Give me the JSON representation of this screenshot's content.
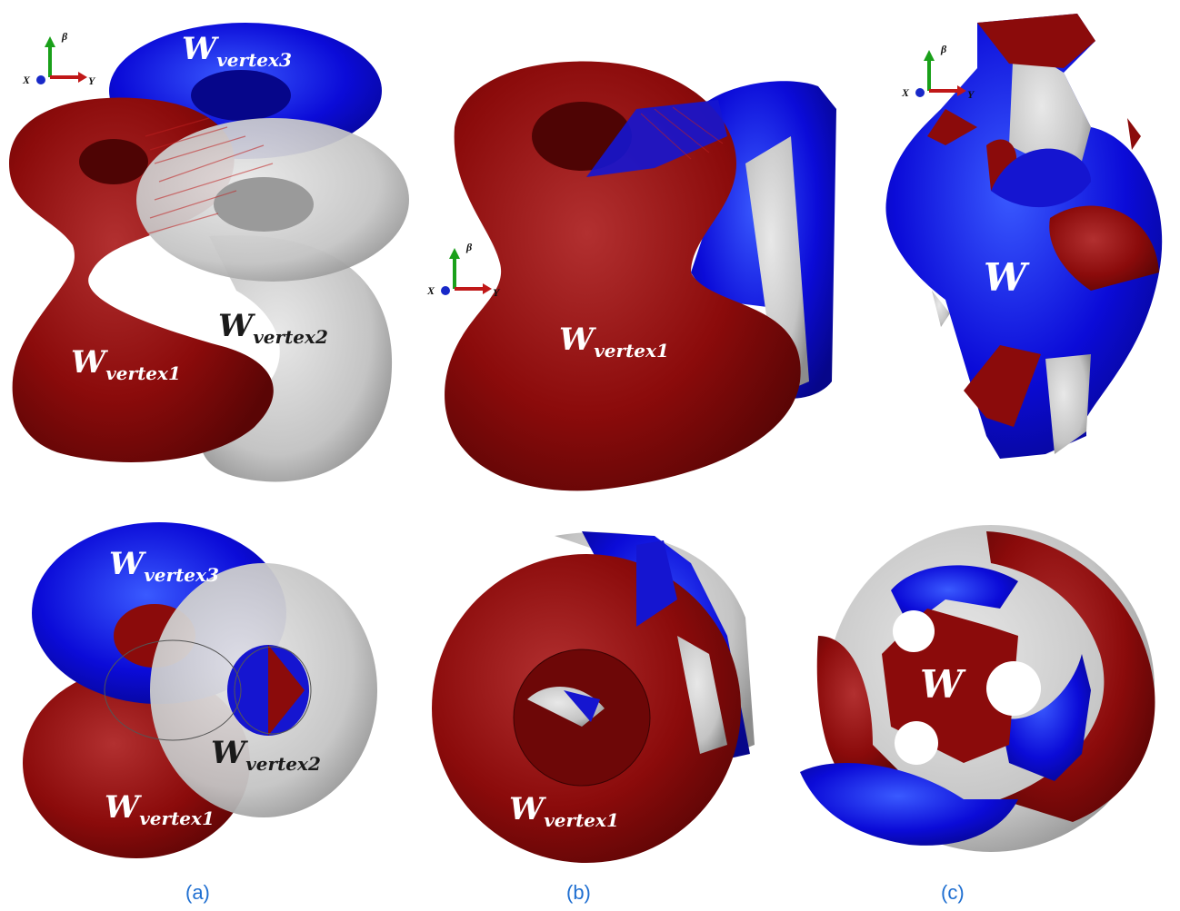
{
  "colors": {
    "red": "#8b0b0b",
    "blue": "#0b0bd8",
    "gray": "#c4c4c4",
    "caption": "#1f6fd1"
  },
  "axes": {
    "x": "X",
    "y": "Y",
    "beta": "β"
  },
  "labels": {
    "w_letter": "W",
    "vertex1": "vertex1",
    "vertex2": "vertex2",
    "vertex3": "vertex3"
  },
  "captions": {
    "a": "(a)",
    "b": "(b)",
    "c": "(c)"
  }
}
